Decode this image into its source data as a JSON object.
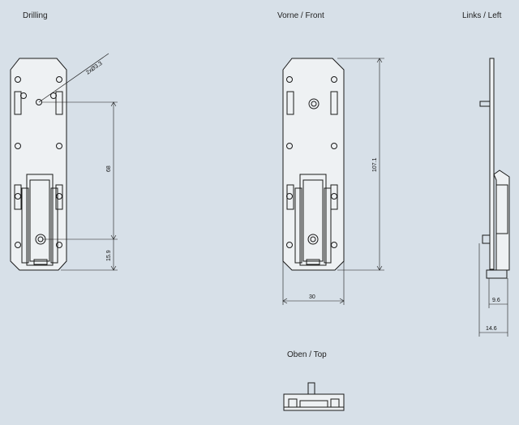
{
  "views": {
    "drilling": "Drilling",
    "front": "Vorne / Front",
    "left": "Links / Left",
    "top": "Oben / Top"
  },
  "dimensions": {
    "hole_spec": "2xØ3.3",
    "height_68": "68",
    "height_15_9": "15.9",
    "width_30": "30",
    "height_107_1": "107.1",
    "depth_9_6": "9.6",
    "depth_14_6": "14.6"
  },
  "colors": {
    "background": "#d7e0e8",
    "line": "#1a1a1a",
    "fill_light": "#eef1f3"
  }
}
